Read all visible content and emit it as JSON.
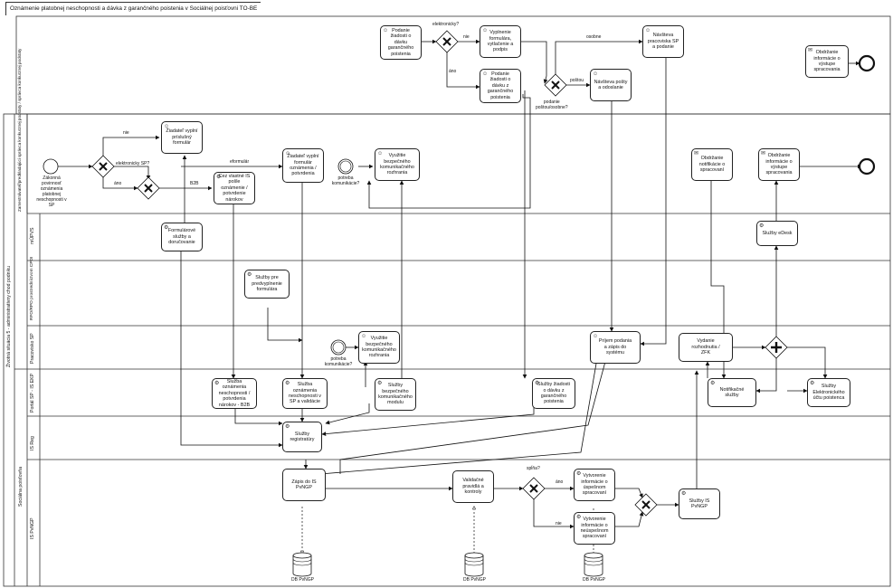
{
  "title": "Oznámenie platobnej neschopnosti a dávka z garančného poistenia v Sociálnej poisťovni TO-BE",
  "pool": {
    "outer_label": "Životná situácia 5 - administratívny chod podniku",
    "zam_group_label": "Zamestnávateľ/predkladajúci správca konkurznej podstaty / správca konkurznej podstaty",
    "sp_group_label": "Sociálna poisťovňa"
  },
  "lanes": {
    "mupvs": "mÚPVS",
    "rfo": "RFO/RPO prostredníctvom CPDI",
    "pracovisko": "Pracovisko SP",
    "portal": "Portál SP - IS EKP",
    "isreg": "IS Reg",
    "ispvngp": "IS PvNGP"
  },
  "tasks": {
    "podanie_ziadosti_top": "Podanie\nžiadosti o\ndávku\ngarančného\npoistenia",
    "vyplnenie_formulara": "Vyplnenie\nformulára,\nvytlačenie a\npodpis",
    "podanie_ziadosti_mid": "Podanie\nžiadosti o\ndávku z\ngarančného\npoistenia",
    "navsteva_pracoviska": "Návšteva\npracoviska SP\na podanie",
    "navsteva_posty": "Návšteva pošty\na odoslanie",
    "obdrzanie_top": "Obdržanie\ninformácie o\nvýstupe\nspracovania",
    "ziadatel_vyplni_prislusny": "Žiadateľ vyplní\npríslušný\nformulár",
    "ziadatel_vyplni_oznamenia": "Žiadateľ vyplní\nformulár\noznámenia /\npotvrdenia",
    "cez_vlastne_is": "Cez vlastné IS\npošle\noznámenie /\npotvrdenie\nnárokov",
    "vyuzitie_zam": "Využitie\nbezpečného\nkomunikačného\nrozhrania",
    "obdrzanie_notifikacie": "Obdržanie\nnotifikácie o\nspracovaní",
    "obdrzanie_zam": "Obdržanie\ninformácie o\nvýstupe\nspracovania",
    "formularove_sluzby": "Formulárové\nslužby a\ndoručovanie",
    "sluzby_edesk": "Služby eDesk",
    "sluzby_predvyplnenie": "Služby pre\npredvyplnenie\nformulára",
    "vyuzitie_prac": "Využitie\nbezpečného\nkomunikačného\nrozhrania",
    "prijem_podania": "Príjem podania\na zápis do\nsystému",
    "vydanie_rozhodnutia": "Vydanie\nrozhodnutia /\nZFK",
    "sluzba_b2b": "Služba\noznámenia\nneschopnosti /\npotvrdenia\nnárokov - B2B",
    "sluzba_validacie": "Služba\noznámenia\nneschopnosti v\nSP a validácie",
    "sluzby_modulu": "Služby\nbezpečného\nkomunikačného\nmodulu",
    "sluzby_ziadosti": "Služby žiadosti\no dávku z\ngarančného\npoistenia",
    "notifikacne_sluzby": "Notifikačné\nslužby",
    "sluzby_elektronickeho": "Služby\nElektronického\núčtu poistenca",
    "sluzby_registratury": "Služby\nregistratúry",
    "zapis_do_is": "Zápis do IS\nPvNGP",
    "validacne_pravidla": "Validačné\npravidlá a\nkontroly",
    "vytvorenie_uspesnom": "Vytvorenie\ninformácie o\núspešnom\nspracovaní",
    "vytvorenie_neuspesnom": "Vytvorenie\ninformácie o\nneúspešnom\nspracovaní",
    "sluzby_is_pvngp": "Služby IS\nPvNGP"
  },
  "gateway_labels": {
    "elektronicky_top": "elektronicky?",
    "podanie_postou": "podanie\npoštou/osobne?",
    "splna": "spĺňa?"
  },
  "event_labels": {
    "start_zam": "Zákonná\npovinnosť\noznámenia\nplatobnej\nneschopnosti v\nSP",
    "potreba_zam": "potreba\nkomunikácie?",
    "potreba_prac": "potreba\nkomunikácie?"
  },
  "flow_labels": {
    "nie_top": "nie",
    "ano_top": "áno",
    "osobne": "osobne",
    "postou": "poštou",
    "nie_zam": "nie",
    "elektronicky_sp": "elektronicky SP?",
    "ano_zam": "áno",
    "b2b": "B2B",
    "eformular": "eformulár",
    "ano_splna": "áno",
    "nie_splna": "nie"
  },
  "db": {
    "db1": "DB PvNGP",
    "db2": "DB PvNGP",
    "db3": "DB PvNGP"
  }
}
